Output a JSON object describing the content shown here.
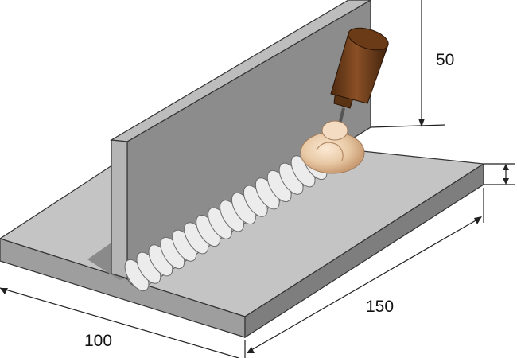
{
  "diagram": {
    "subject": "fillet-weld-t-joint",
    "dimensions": {
      "height_label": "50",
      "length_label": "150",
      "width_label": "100"
    },
    "colors": {
      "plate_top": "#c4c4c4",
      "plate_side": "#a8a8a8",
      "plate_dark": "#7e7e7e",
      "vertical_plate": "#8c8c8c",
      "bead": "#e6e6e6",
      "torch_body": "#7a4420",
      "arc_glow": "#e8c9a5",
      "outline": "#333333"
    }
  }
}
